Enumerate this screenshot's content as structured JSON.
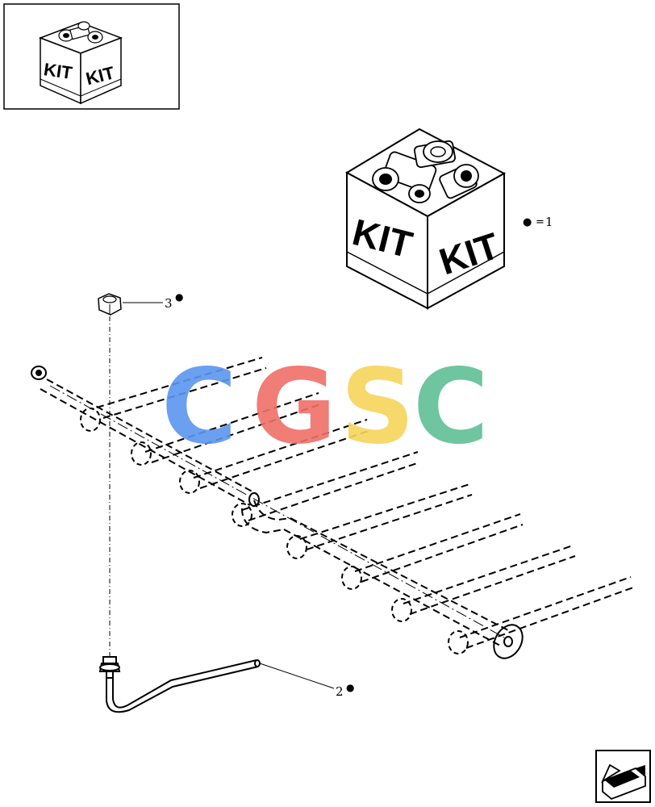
{
  "kit_box_label": "KIT",
  "legend": {
    "bullet": "●",
    "equals": "=",
    "value": "1"
  },
  "callouts": [
    {
      "number": "3",
      "bullet": "●"
    },
    {
      "number": "2",
      "bullet": "●"
    }
  ],
  "watermark": {
    "letters": [
      "C",
      "G",
      "S",
      "C"
    ],
    "colors": [
      "#5b95ee",
      "#ef6f68",
      "#f7d45c",
      "#5fbf95"
    ]
  },
  "icons": {
    "thumbnail": "kit-box-thumbnail-icon",
    "kit_box": "kit-box-icon",
    "nut": "hex-nut-icon",
    "pipe": "fuel-return-pipe-icon",
    "manifold": "injector-manifold-icon",
    "nav": "next-page-arrow-icon"
  }
}
